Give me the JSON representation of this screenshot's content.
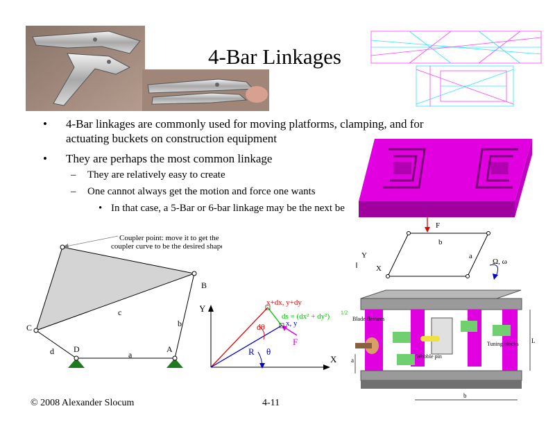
{
  "slide": {
    "title": "4-Bar Linkages",
    "bullets": [
      "4-Bar linkages are commonly used for moving platforms, clamping, and for actuating buckets on construction equipment",
      "They are perhaps the most common linkage"
    ],
    "sub_bullets": [
      "They are relatively easy to create",
      "One cannot always get the motion and force one wants"
    ],
    "sub_sub_bullets": [
      "In that case, a 5-Bar or 6-bar linkage may be the next be"
    ],
    "bullet_symbol": "•",
    "dash_symbol": "–",
    "footer_left": "© 2008 Alexander Slocum",
    "footer_page": "4-11"
  },
  "linkage_diagram": {
    "coupler_note_line1": "Coupler point: move it to get the",
    "coupler_note_line2": "coupler curve to be the desired shape",
    "labels": {
      "B": "B",
      "C": "C",
      "D": "D",
      "A": "A",
      "a": "a",
      "b": "b",
      "c": "c",
      "d": "d"
    }
  },
  "vector_diagram": {
    "Y": "Y",
    "X": "X",
    "point_label": "x+dx, y+dy",
    "ds_label": "ds = (dx² + dy²)",
    "ds_exp": "1/2",
    "xy_label": "x, y",
    "dtheta": "dθ",
    "R": "R",
    "theta": "θ",
    "F": "F"
  },
  "parallelogram_diagram": {
    "F": "F",
    "b": "b",
    "a": "a",
    "Y": "Y",
    "X": "X",
    "omega": "Ω, ω"
  },
  "flexure_drawing": {
    "blade_flexures": "Blade flexures",
    "tuning_blocks": "Tuning blocks",
    "wobble_pin": "Wobble pin",
    "L": "L",
    "a": "a",
    "b": "b"
  },
  "colors": {
    "magenta": "#e000e0",
    "coupler_fill": "#d4d4d4",
    "ground_green": "#1f7a1f",
    "vector_red": "#e00000",
    "vector_blue": "#0000d0",
    "ds_green": "#00c000"
  }
}
